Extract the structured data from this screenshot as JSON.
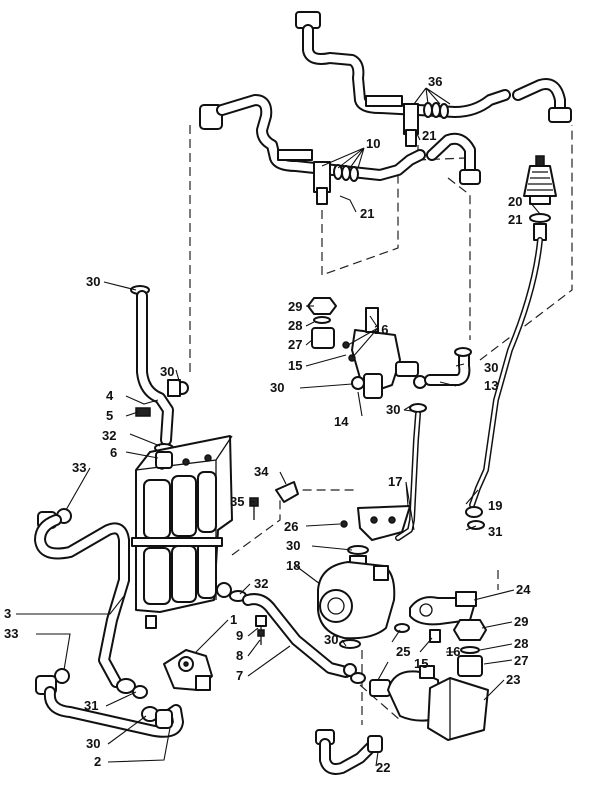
{
  "diagram": {
    "callouts": {
      "c1": "1",
      "c2": "2",
      "c3": "3",
      "c4": "4",
      "c5": "5",
      "c6": "6",
      "c7": "7",
      "c8": "8",
      "c9": "9",
      "c10": "10",
      "c13": "13",
      "c14": "14",
      "c15a": "15",
      "c15b": "15",
      "c16a": "16",
      "c16b": "16",
      "c17": "17",
      "c18": "18",
      "c19": "19",
      "c20": "20",
      "c21a": "21",
      "c21b": "21",
      "c21c": "21",
      "c22": "22",
      "c23": "23",
      "c24": "24",
      "c25": "25",
      "c26": "26",
      "c27a": "27",
      "c27b": "27",
      "c28a": "28",
      "c28b": "28",
      "c29a": "29",
      "c29b": "29",
      "c30a": "30",
      "c30b": "30",
      "c30c": "30",
      "c30d": "30",
      "c30e": "30",
      "c30f": "30",
      "c30g": "30",
      "c30h": "30",
      "c31a": "31",
      "c31b": "31",
      "c32a": "32",
      "c32b": "32",
      "c33a": "33",
      "c33b": "33",
      "c34": "34",
      "c35": "35",
      "c36": "36"
    }
  }
}
